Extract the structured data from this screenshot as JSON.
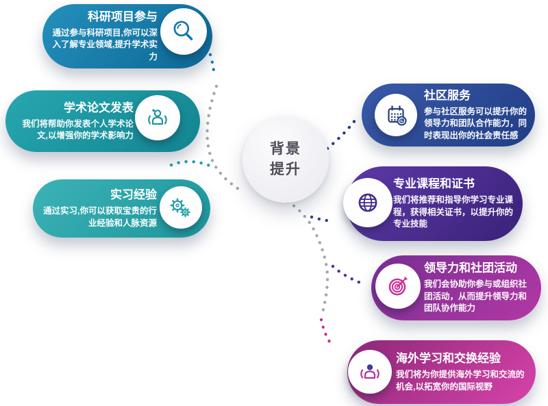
{
  "diagram": {
    "type": "hub-and-spoke infographic",
    "topic": "background enhancement services"
  },
  "center": {
    "line1": "背景",
    "line2": "提升"
  },
  "cards": [
    {
      "side": "left",
      "title": "科研项目参与",
      "body": "通过参与科研项目,你可以深入了解专业领域,提升学术实力",
      "icon": "magnifier-icon",
      "gradient": [
        "#2490bd",
        "#0d6794"
      ],
      "dot_color": "#1b7fb0"
    },
    {
      "side": "left",
      "title": "学术论文发表",
      "body": "我们将帮助你发表个人学术论文,以增强你的学术影响力",
      "icon": "people-icon",
      "gradient": [
        "#27a7b0",
        "#128490"
      ],
      "dot_color": "#22a0a8"
    },
    {
      "side": "left",
      "title": "实习经验",
      "body": "通过实习,你可以获取宝贵的行业经验和人脉资源",
      "icon": "gears-icon",
      "gradient": [
        "#3cb3b6",
        "#1c959c"
      ],
      "dot_color": "#22a0a8"
    },
    {
      "side": "right",
      "title": "社区服务",
      "body": "参与社区服务可以提升你的领导力和团队合作能力，同时表现出你的社会责任感",
      "icon": "calendar-icon",
      "gradient": [
        "#3a59a8",
        "#203e85"
      ],
      "dot_color": "#1f3c87"
    },
    {
      "side": "right",
      "title": "专业课程和证书",
      "body": "我们将推荐和指导你学习专业课程，获得相关证书，以提升你的专业技能",
      "icon": "globe-icon",
      "gradient": [
        "#5d3aa8",
        "#3a2178"
      ],
      "dot_color": "#2a3e8f"
    },
    {
      "side": "right",
      "title": "领导力和社团活动",
      "body": "我们会协助你参与或组织社团活动，从而提升领导力和团队协作能力",
      "icon": "target-dart-icon",
      "gradient": [
        "#7a2e96",
        "#b238a3"
      ],
      "dot_color": "#5b2d94"
    },
    {
      "side": "right",
      "title": "海外学习和交换经验",
      "body": "我们将为你提供海外学习和交流的机会,以拓宽你的国际视野",
      "icon": "people-icon",
      "gradient": [
        "#8d2877",
        "#d743ab"
      ],
      "dot_color": "#cc2f94"
    }
  ],
  "palette": {
    "connector_gray": "#a3a6ab",
    "background": "#ffffff",
    "center_text": "#4d4e57"
  }
}
